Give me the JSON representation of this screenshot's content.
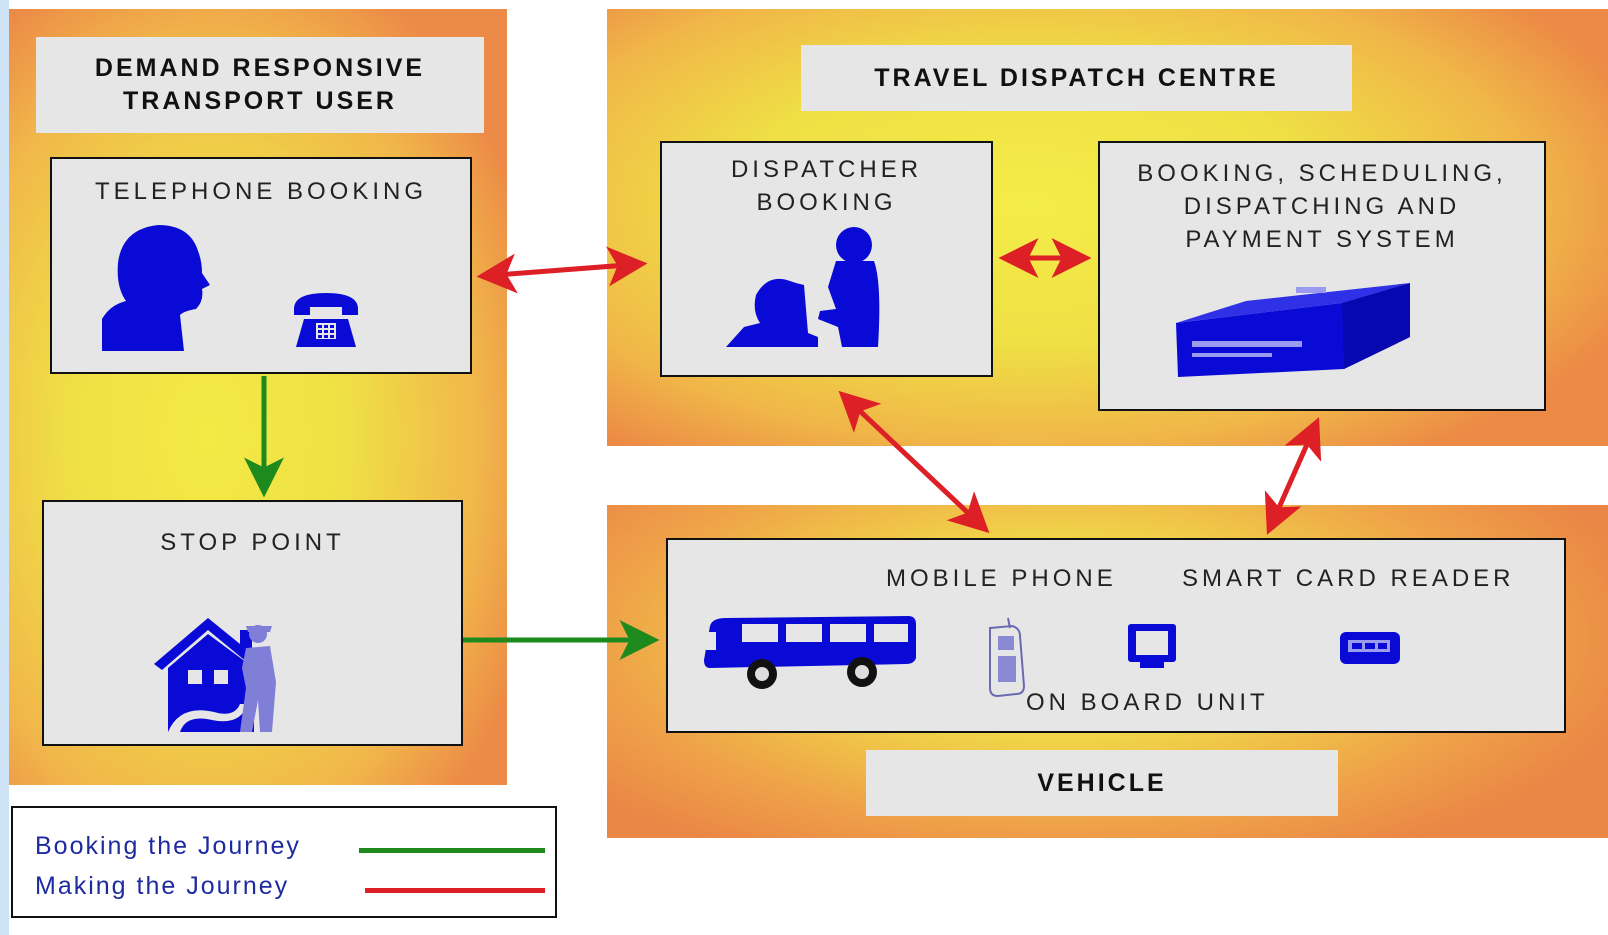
{
  "user_zone": {
    "title_line1": "DEMAND RESPONSIVE",
    "title_line2": "TRANSPORT USER"
  },
  "centre_zone": {
    "title": "TRAVEL DISPATCH CENTRE"
  },
  "vehicle_zone": {
    "title": "VEHICLE"
  },
  "boxes": {
    "telephone_booking": "TELEPHONE BOOKING",
    "stop_point": "STOP POINT",
    "dispatcher_line1": "DISPATCHER",
    "dispatcher_line2": "BOOKING",
    "system_line1": "BOOKING, SCHEDULING,",
    "system_line2": "DISPATCHING AND",
    "system_line3": "PAYMENT SYSTEM",
    "mobile_phone": "MOBILE PHONE",
    "smart_card_reader": "SMART CARD READER",
    "on_board_unit": "ON BOARD UNIT"
  },
  "legend": {
    "booking_label": "Booking the Journey",
    "making_label": "Making the Journey",
    "booking_color": "#1e8a1e",
    "making_color": "#dd1f26"
  },
  "colors": {
    "icon_blue": "#0a0ad6",
    "arrow_red": "#dd1f26",
    "arrow_green": "#1e8a1e"
  }
}
